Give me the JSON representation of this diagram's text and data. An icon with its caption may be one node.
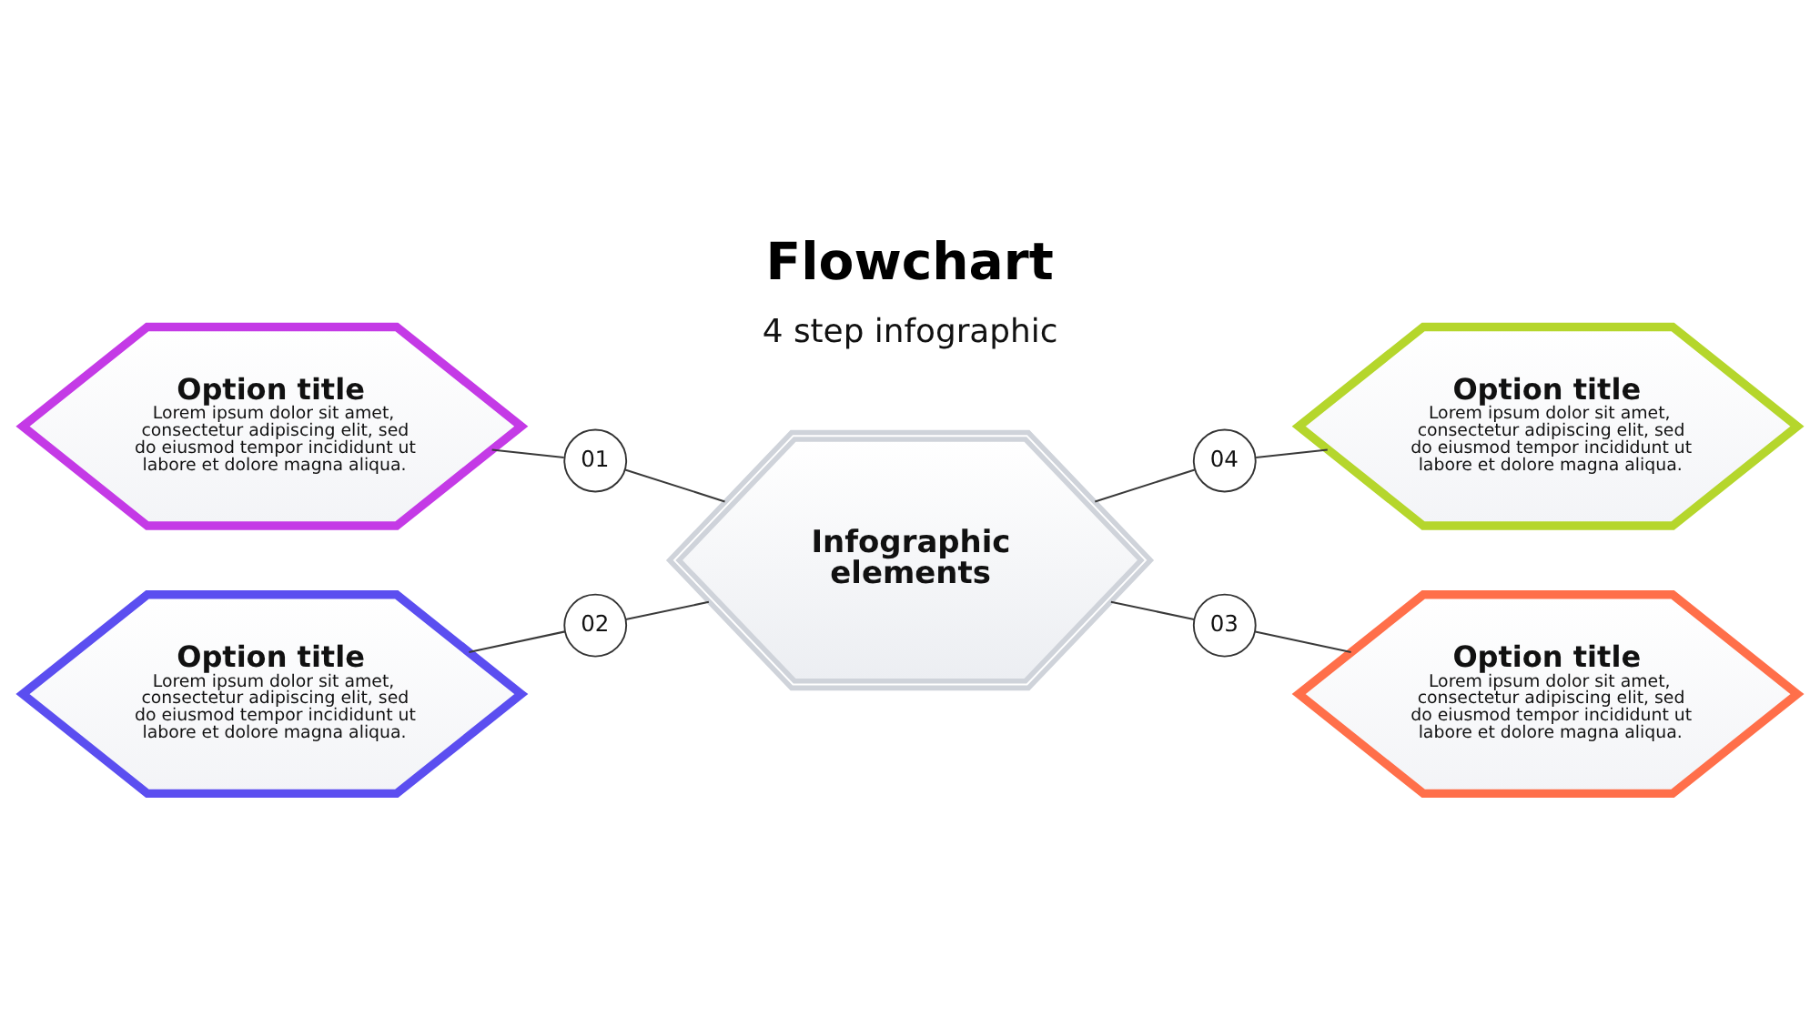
{
  "diagram": {
    "title": "Flowchart",
    "nodes": [
      {
        "text": [
          "Option title",
          "Lorem ipsum dolor sit amet, consectetur adipiscing elit, sed do eiusmod tempor incididunt ut labore et dolore magna aliqua."
        ]
      },
      {
        "text": [
          "01"
        ]
      },
      {
        "text": [
          "Infographic elements"
        ]
      },
      {
        "text": [
          "04"
        ]
      },
      {
        "text": [
          "Option title",
          "Lorem ipsum dolor sit amet, consectetur adipiscing elit, sed do eiusmod tempor incididunt ut labore et dolore magna aliqua."
        ]
      },
      {
        "text": [
          "Option title",
          "Lorem ipsum dolor sit amet, consectetur adipiscing elit, sed do eiusmod tempor incididunt ut labore et dolore magna aliqua."
        ]
      },
      {
        "text": [
          "02"
        ]
      },
      {
        "text": [
          "03"
        ]
      },
      {
        "text": [
          "Option title",
          "Lorem ipsum dolor sit amet, consectetur adipiscing elit, sed do eiusmod tempor incididunt ut labore et dolore magna aliqua."
        ]
      }
    ],
    "edges": [
      {
        "from": 0,
        "to": 1,
        "arrow": "none"
      },
      {
        "from": 1,
        "to": 2,
        "arrow": "none"
      },
      {
        "from": 2,
        "to": 3,
        "arrow": "none"
      },
      {
        "from": 3,
        "to": 4,
        "arrow": "none"
      },
      {
        "from": 5,
        "to": 6,
        "arrow": "none"
      },
      {
        "from": 6,
        "to": 2,
        "arrow": "none"
      },
      {
        "from": 2,
        "to": 7,
        "arrow": "none"
      },
      {
        "from": 7,
        "to": 8,
        "arrow": "none"
      }
    ],
    "labels": [
      "4 step infographic"
    ]
  }
}
